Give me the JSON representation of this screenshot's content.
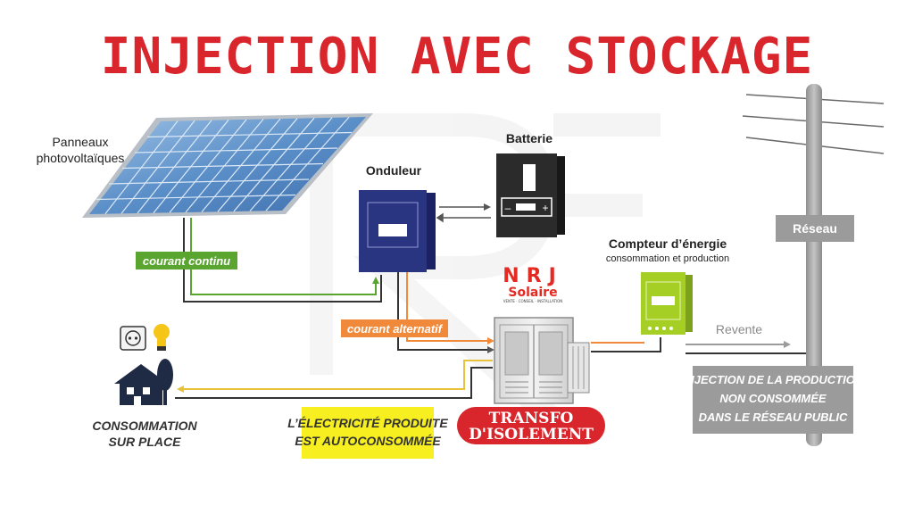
{
  "title": "INJECTION AVEC STOCKAGE",
  "labels": {
    "panels_line1": "Panneaux",
    "panels_line2": "photovoltaïques",
    "battery": "Batterie",
    "inverter": "Onduleur",
    "meter_line1": "Compteur d’énergie",
    "meter_line2": "consommation et production",
    "grid": "Réseau",
    "resale": "Revente",
    "dc_current": "courant continu",
    "ac_current": "courant alternatif",
    "consumption_line1": "CONSOMMATION",
    "consumption_line2": "SUR PLACE",
    "self_line1": "L’ÉLECTRICITÉ PRODUITE",
    "self_line2": "EST AUTOCONSOMMÉE",
    "injection_line1": "INJECTION DE LA PRODUCTION",
    "injection_line2": "NON CONSOMMÉE",
    "injection_line3": "DANS LE RÉSEAU PUBLIC",
    "transfo_line1": "TRANSFO",
    "transfo_line2": "D'ISOLEMENT"
  },
  "logo": {
    "line1": "NRJ",
    "line2": "Solaire",
    "tagline": "VENTE · CONSEIL · INSTALLATION"
  },
  "battery_display": {
    "minus": "–",
    "plus": "+"
  },
  "colors": {
    "title": "#d8262c",
    "dc_green": "#5aa530",
    "ac_orange": "#f08a3a",
    "consumption_yellow": "#e8c23a",
    "inverter_navy": "#2a3582",
    "meter_lime": "#a5cf24",
    "grid_grey": "#9b9b9b",
    "transfo_red": "#d8262c",
    "caption_yellow": "#f7ef1f"
  }
}
